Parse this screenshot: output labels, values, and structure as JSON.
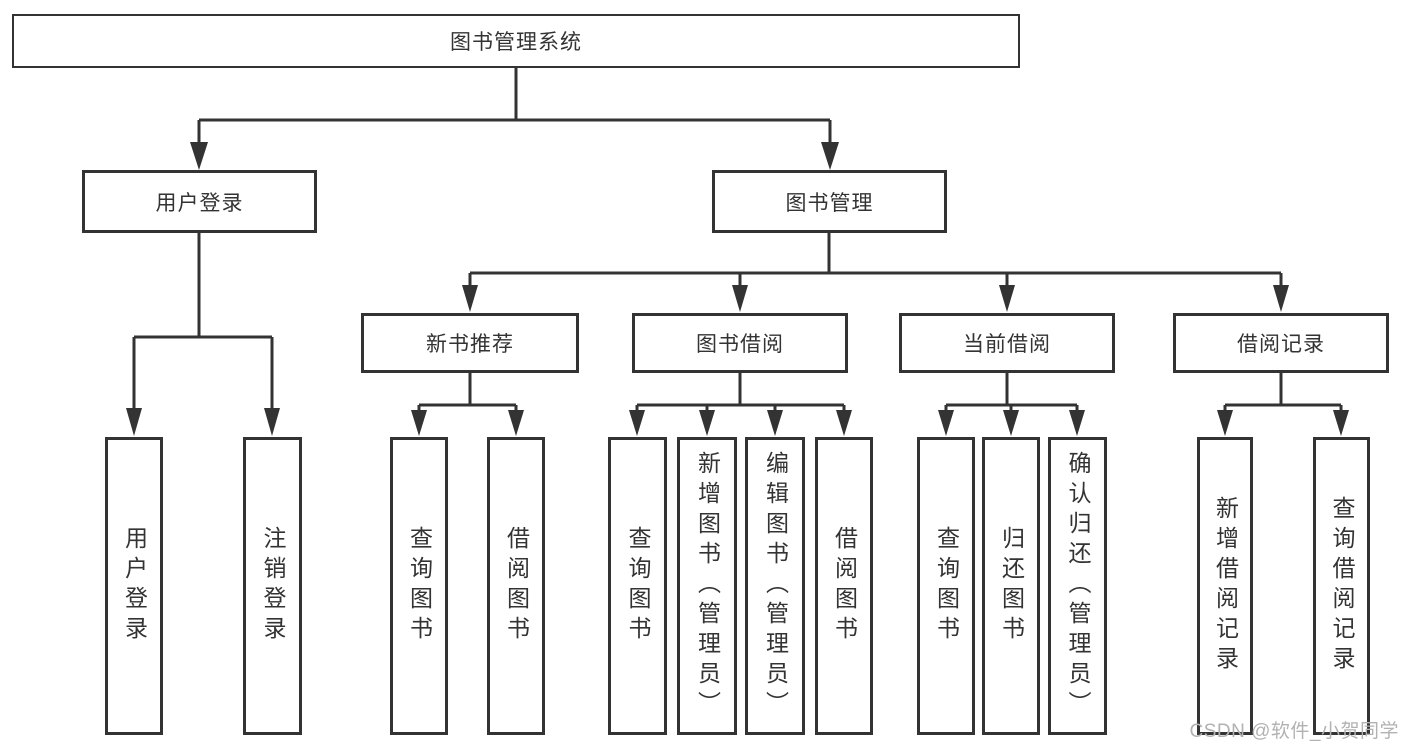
{
  "title": "图书管理系统",
  "branches": [
    {
      "label": "用户登录",
      "children": [
        "用户登录",
        "注销登录"
      ]
    },
    {
      "label": "图书管理"
    }
  ],
  "modules": [
    {
      "label": "新书推荐",
      "children": [
        "查询图书",
        "借阅图书"
      ]
    },
    {
      "label": "图书借阅",
      "children": [
        "查询图书",
        "新增图书（管理员）",
        "编辑图书（管理员）",
        "借阅图书"
      ]
    },
    {
      "label": "当前借阅",
      "children": [
        "查询图书",
        "归还图书",
        "确认归还（管理员）"
      ]
    },
    {
      "label": "借阅记录",
      "children": [
        "新增借阅记录",
        "查询借阅记录"
      ]
    }
  ],
  "watermark": "CSDN @软件_小贺同学",
  "colors": {
    "line": "#333333",
    "text": "#333333",
    "watermark": "#b2b2b2",
    "background": "#ffffff"
  }
}
